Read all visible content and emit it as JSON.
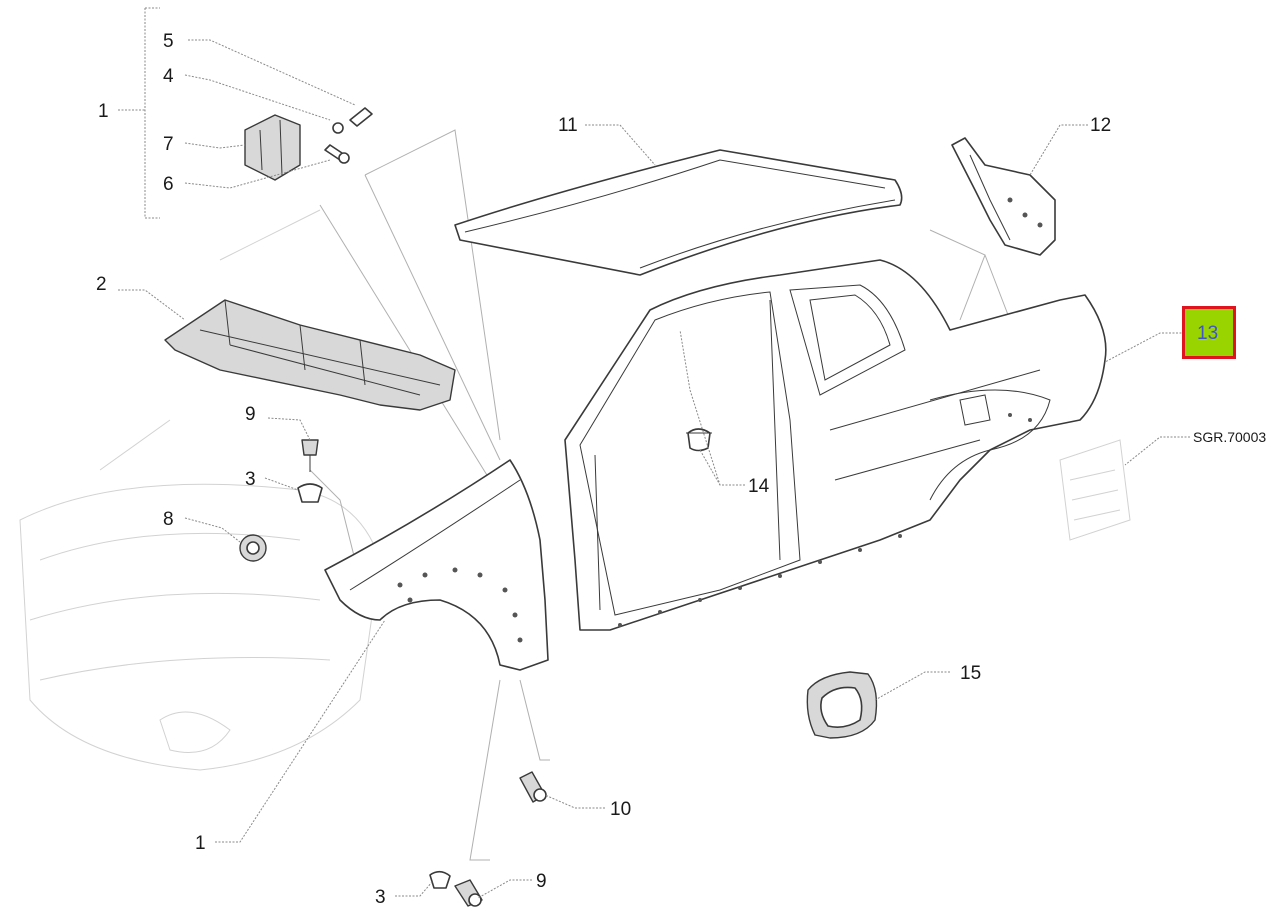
{
  "diagram": {
    "callouts": {
      "c1_top": "1",
      "c5": "5",
      "c4": "4",
      "c7": "7",
      "c6": "6",
      "c2": "2",
      "c9_top": "9",
      "c3_top": "3",
      "c8": "8",
      "c11": "11",
      "c12": "12",
      "c13": "13",
      "c14": "14",
      "c15": "15",
      "c10": "10",
      "c1_bottom": "1",
      "c3_bottom": "3",
      "c9_bottom": "9",
      "ref": "SGR.70003"
    },
    "selected_callout": "13",
    "colors": {
      "highlight_fill": "#9ad400",
      "highlight_border": "#e0141e",
      "highlight_text": "#3e54c8",
      "line": "#3a3a3a"
    }
  }
}
